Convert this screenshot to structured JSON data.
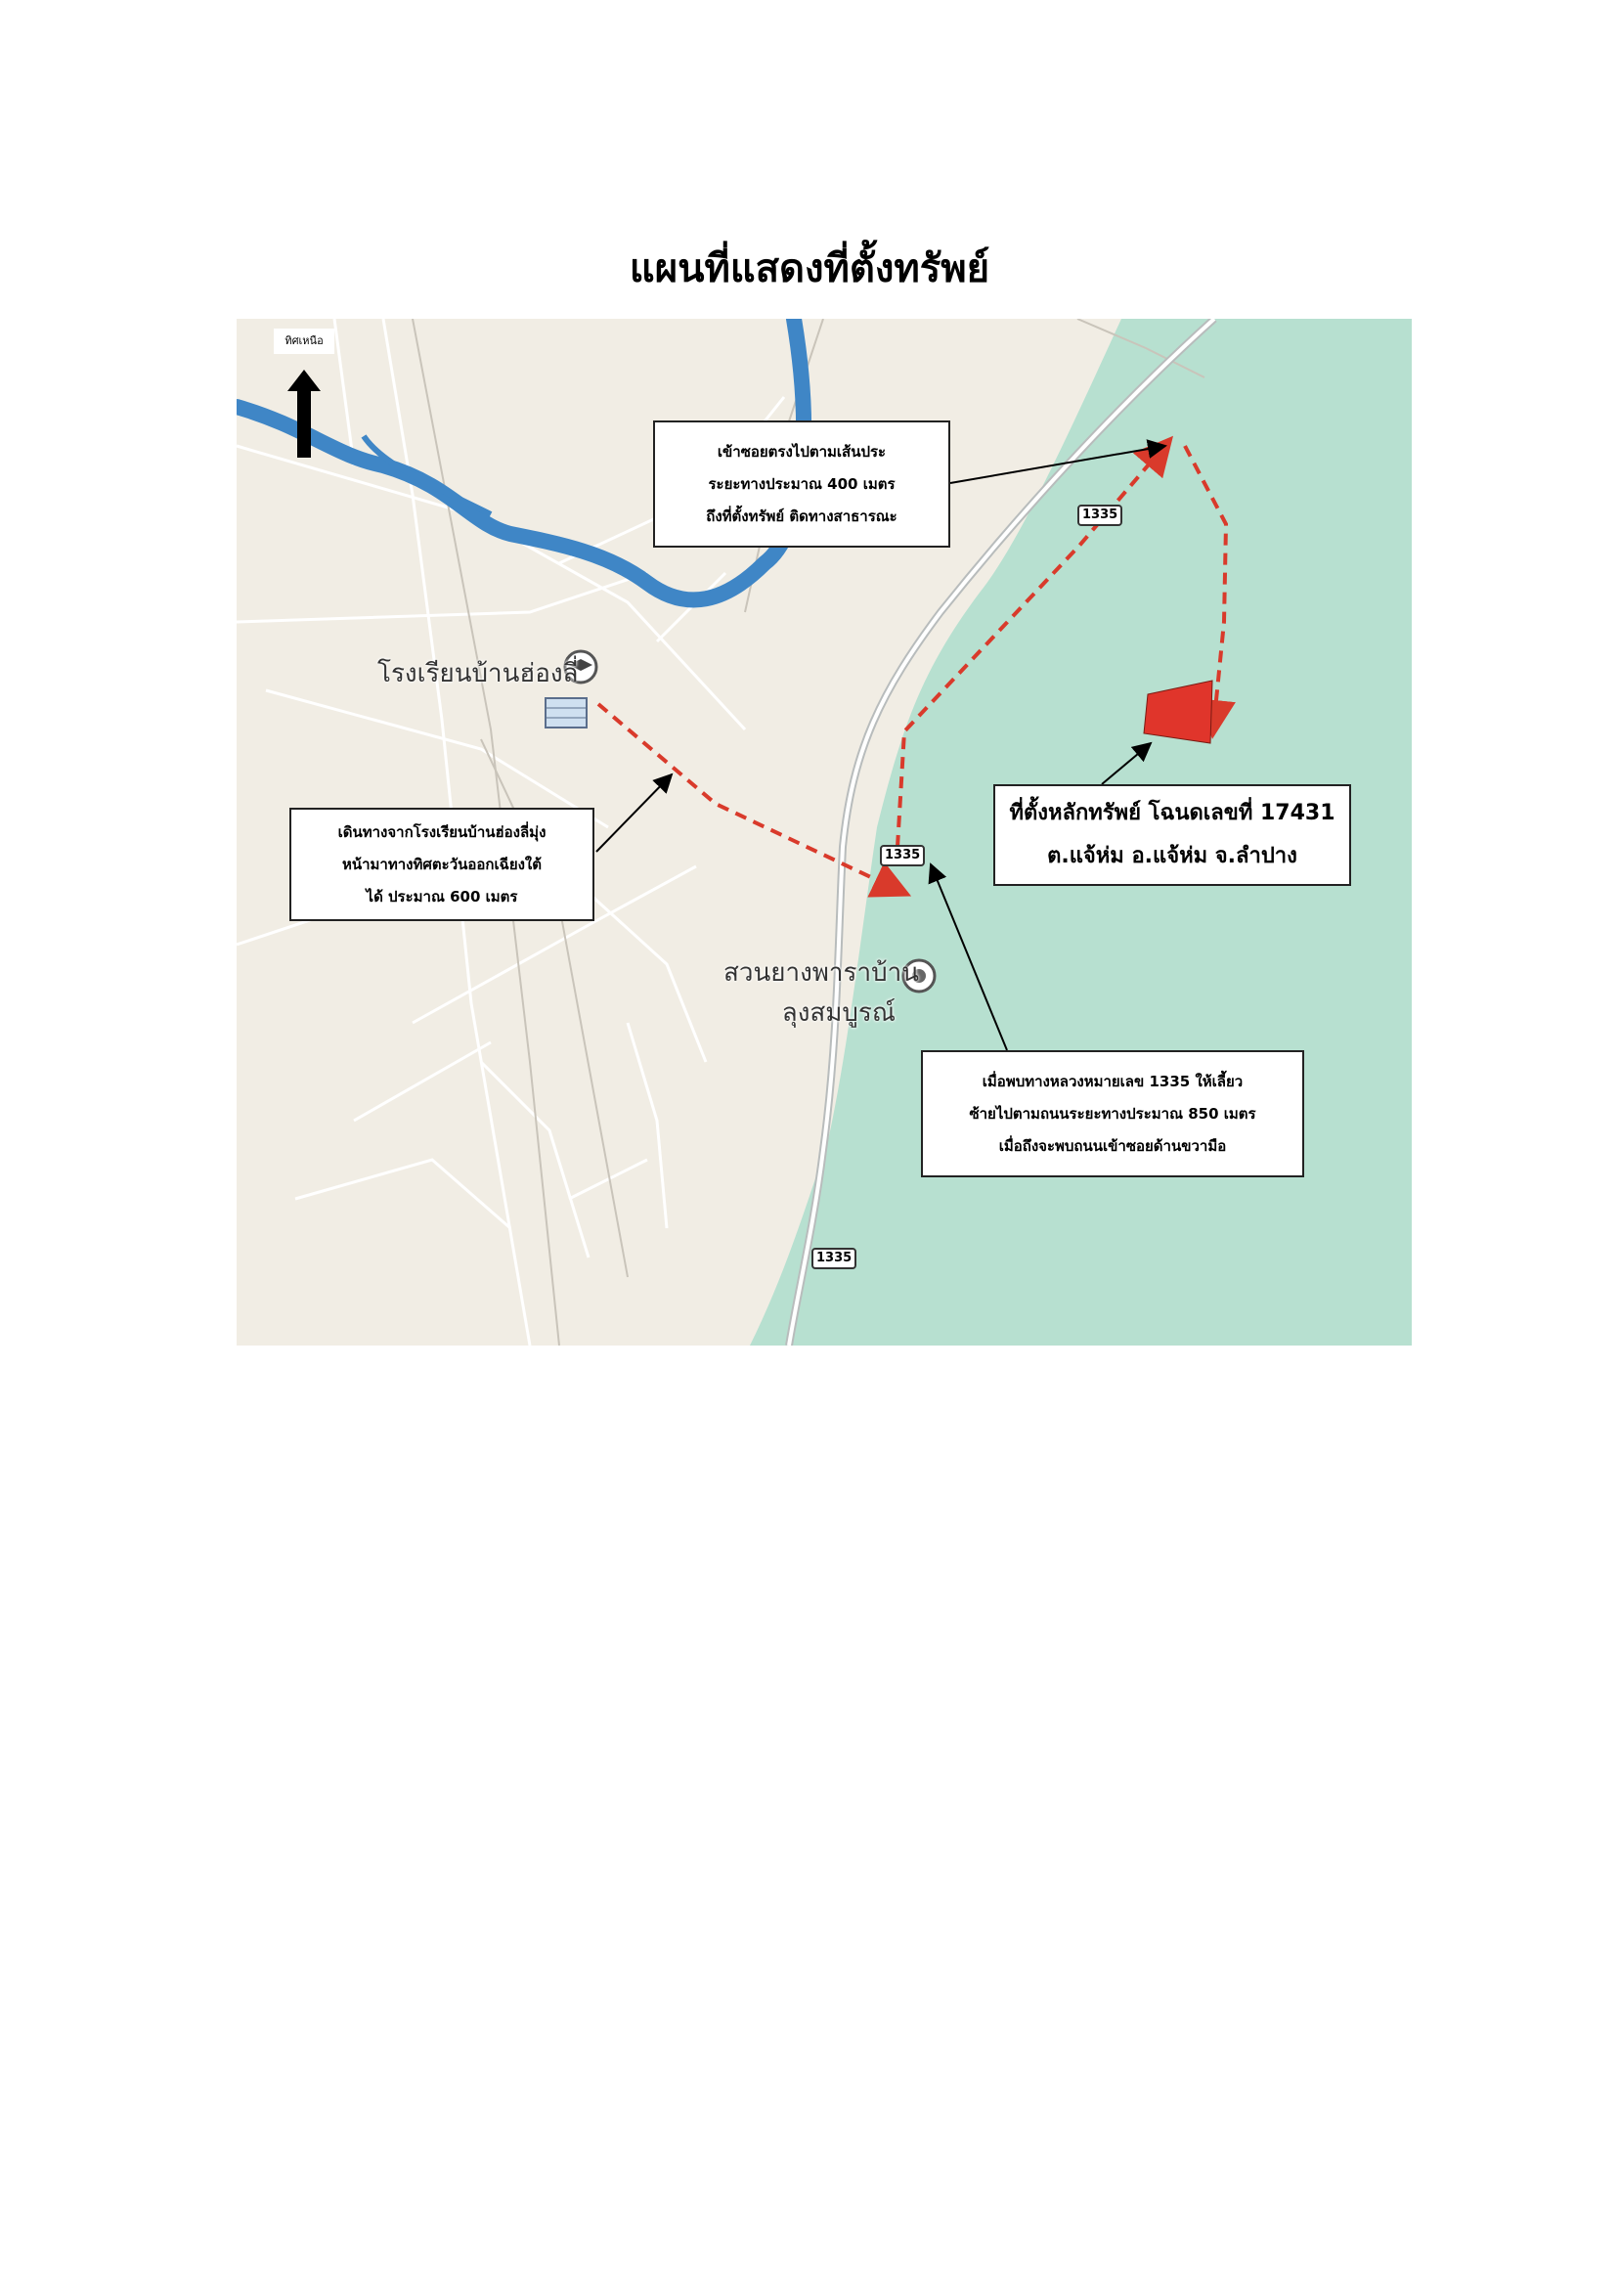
{
  "title": "แผนที่แสดงที่ตั้งทรัพย์",
  "map": {
    "north_label": "ทิศเหนือ",
    "places": {
      "school": "โรงเรียนบ้านฮ่องลี่",
      "rubber_garden_line1": "สวนยางพาราบ้าน",
      "rubber_garden_line2": "ลุงสมบูรณ์"
    },
    "road_number": "1335",
    "callouts": {
      "top": [
        "เข้าซอยตรงไปตามเส้นประ",
        "ระยะทางประมาณ 400 เมตร",
        "ถึงที่ตั้งทรัพย์ ติดทางสาธารณะ"
      ],
      "left": [
        "เดินทางจากโรงเรียนบ้านฮ่องลี่มุ่ง",
        "หน้ามาทางทิศตะวันออกเฉียงใต้",
        "ได้ ประมาณ 600 เมตร"
      ],
      "property": [
        "ที่ตั้งหลักทรัพย์ โฉนดเลขที่ 17431",
        "ต.แจ้ห่ม อ.แจ้ห่ม จ.ลำปาง"
      ],
      "bottom": [
        "เมื่อพบทางหลวงหมายเลข 1335 ให้เลี้ยว",
        "ซ้ายไปตามถนนระยะทางประมาณ 850 เมตร",
        "เมื่อถึงจะพบถนนเข้าซอยด้านขวามือ"
      ]
    },
    "colors": {
      "route": "#d93a2b",
      "property": "#e0352b",
      "river": "#3f86c6",
      "green_area": "#b7e0d0",
      "land": "#f1ede4"
    }
  }
}
